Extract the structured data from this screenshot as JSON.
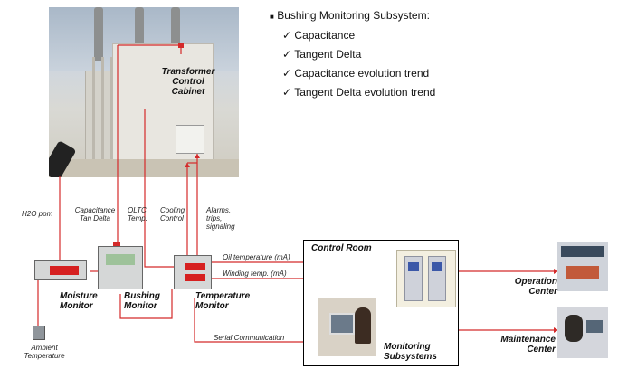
{
  "title": "Bushing Monitoring Subsystem:",
  "bullets": [
    "Capacitance",
    "Tangent Delta",
    "Capacitance evolution trend",
    "Tangent Delta evolution trend"
  ],
  "check": "✓",
  "square": "■",
  "cabinet_label": [
    "Transformer",
    "Control",
    "Cabinet"
  ],
  "signals": {
    "h2o": "H2O ppm",
    "capacitance": [
      "Capacitance",
      "Tan Delta"
    ],
    "oltc": [
      "OLTC",
      "Temp."
    ],
    "cooling": [
      "Cooling",
      "Control"
    ],
    "alarms": [
      "Alarms,",
      "trips,",
      "signaling"
    ],
    "oil_temp": "Oil temperature (mA)",
    "winding_temp": "Winding temp. (mA)",
    "serial": "Serial Communication"
  },
  "devices": {
    "moisture": [
      "Moisture",
      "Monitor"
    ],
    "bushing": [
      "Bushing",
      "Monitor"
    ],
    "temperature": [
      "Temperature",
      "Monitor"
    ]
  },
  "ambient": [
    "Ambient",
    "Temperature"
  ],
  "control_room": "Control Room",
  "monitoring": [
    "Monitoring",
    "Subsystems"
  ],
  "operation": [
    "Operation",
    "Center"
  ],
  "maintenance": [
    "Maintenance",
    "Center"
  ],
  "colors": {
    "line": "#d42a2a",
    "text": "#222222"
  }
}
